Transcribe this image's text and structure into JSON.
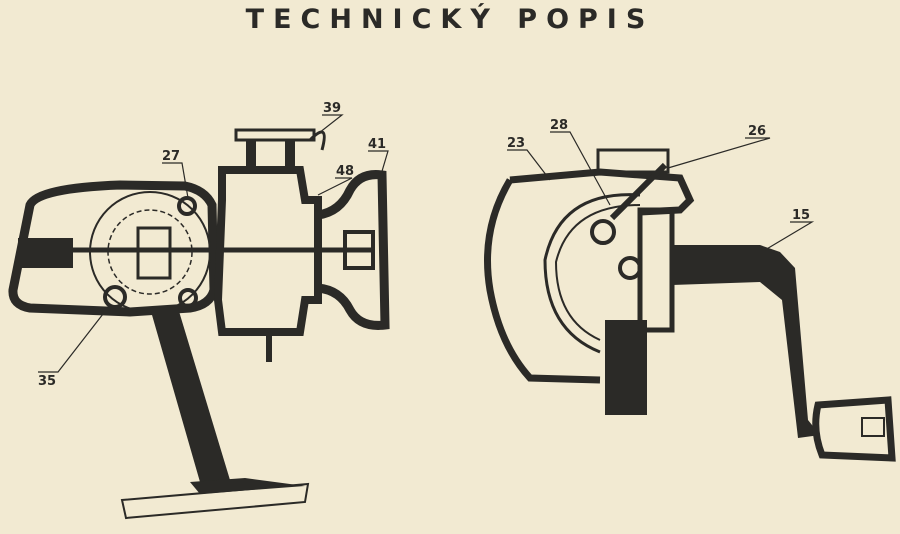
{
  "title": "TECHNICKÝ POPIS",
  "colors": {
    "paper": "#f2ead2",
    "ink": "#2b2a27"
  },
  "labels": {
    "l39": "39",
    "l27": "27",
    "l48": "48",
    "l41": "41",
    "l35": "35",
    "l23": "23",
    "l28": "28",
    "l26": "26",
    "l15": "15"
  }
}
